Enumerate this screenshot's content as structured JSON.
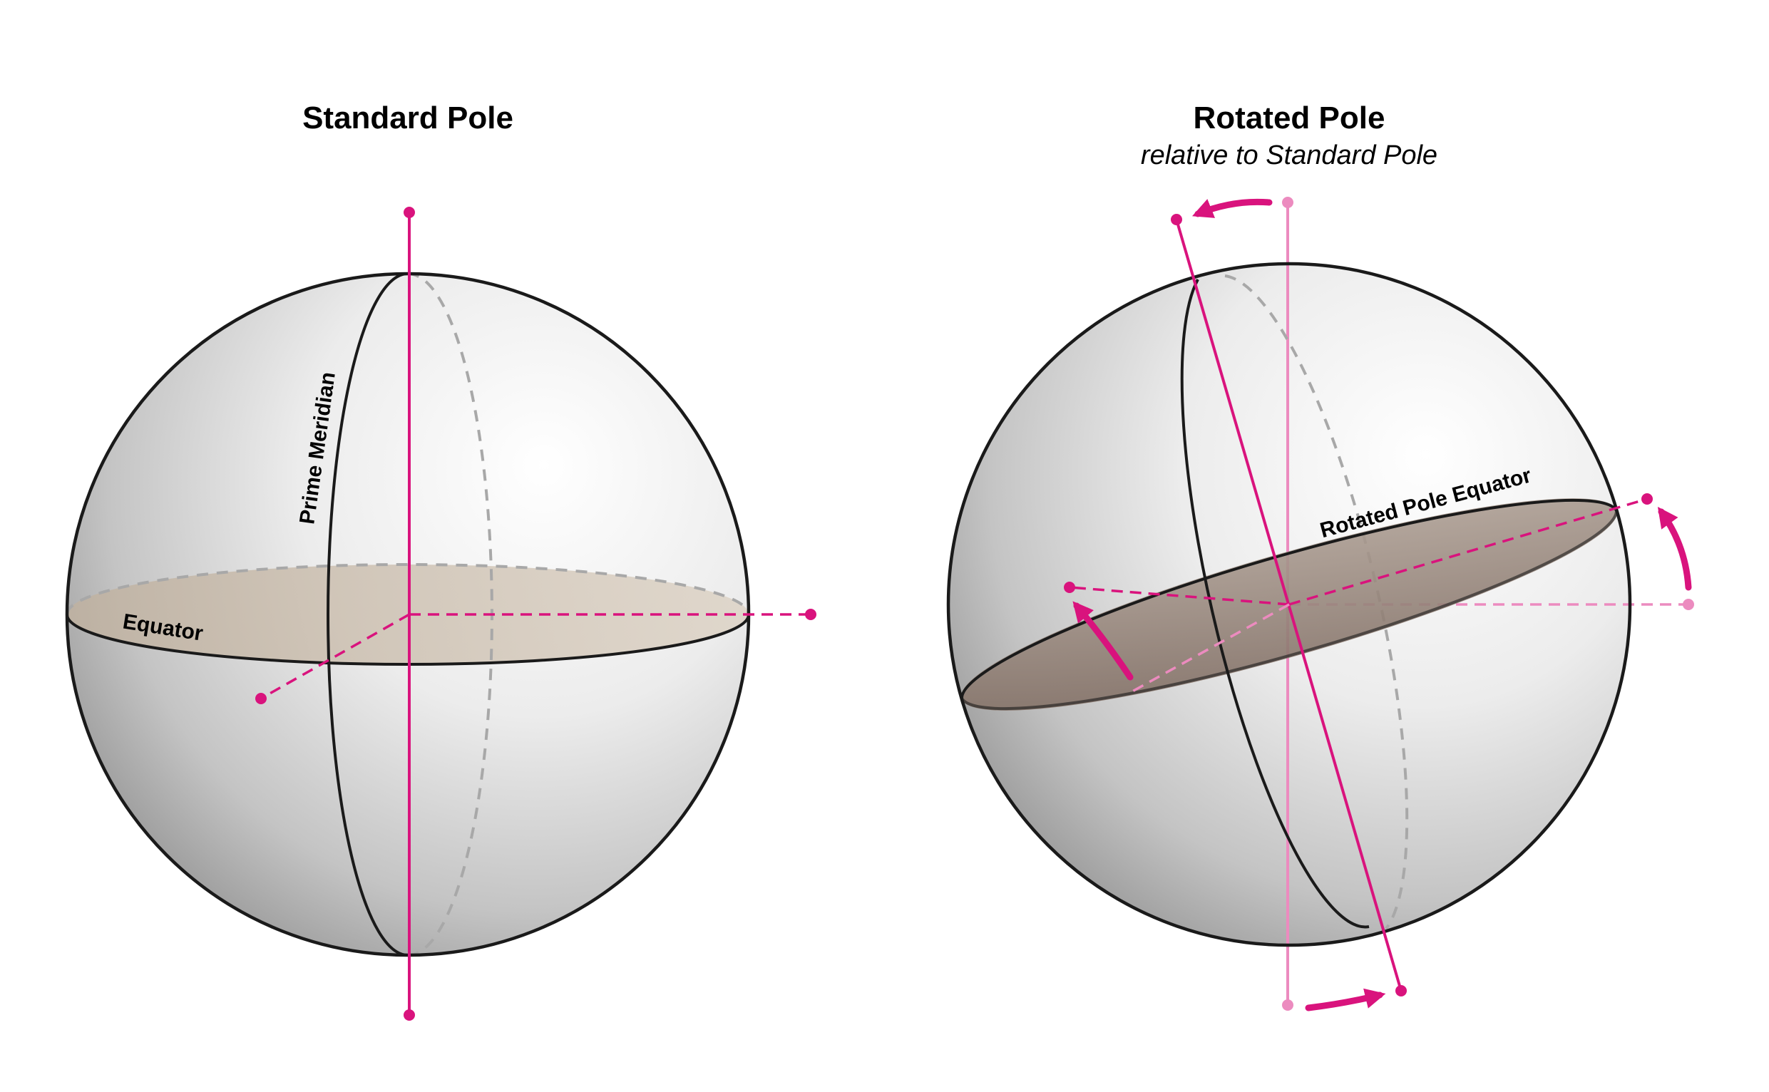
{
  "panels": {
    "standard": {
      "title": "Standard Pole",
      "labels": {
        "prime_meridian": "Prime Meridian",
        "equator": "Equator"
      }
    },
    "rotated": {
      "title": "Rotated Pole",
      "subtitle": "relative to Standard Pole",
      "labels": {
        "rotated_equator": "Rotated Pole Equator"
      }
    }
  },
  "colors": {
    "axis": "#d9137d",
    "axis_faded": "#ec8bbf",
    "outline": "#1a1a1a",
    "hidden_line": "#a8a8a8",
    "equator_plane": "#c9bba8",
    "equator_plane_rotated": "#8c7a6e"
  }
}
